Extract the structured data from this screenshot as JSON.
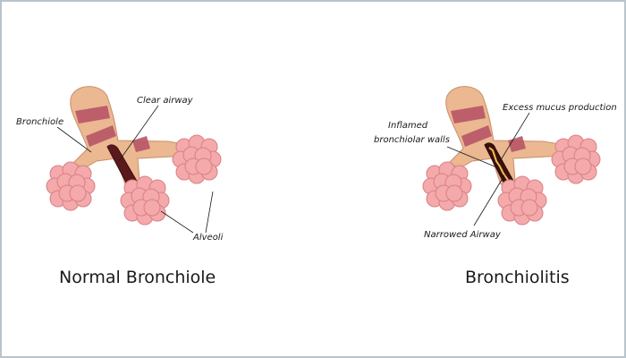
{
  "panels": {
    "left": {
      "caption": "Normal Bronchiole",
      "labels": {
        "bronchiole": "Bronchiole",
        "clear_airway": "Clear airway",
        "alveoli": "Alveoli"
      }
    },
    "right": {
      "caption": "Bronchiolitis",
      "labels": {
        "inflamed_line1": "Inflamed",
        "inflamed_line2": "bronchiolar walls",
        "mucus": "Excess mucus production",
        "narrowed": "Narrowed Airway"
      }
    }
  },
  "colors": {
    "tissue": "#ebb891",
    "tissue_edge": "#c98f6a",
    "band": "#b85467",
    "alveoli": "#f4a9ab",
    "alveoli_edge": "#d97f85",
    "lumen": "#5a1a1c",
    "mucus": "#f2c04a",
    "frame": "#b8c4cc"
  }
}
